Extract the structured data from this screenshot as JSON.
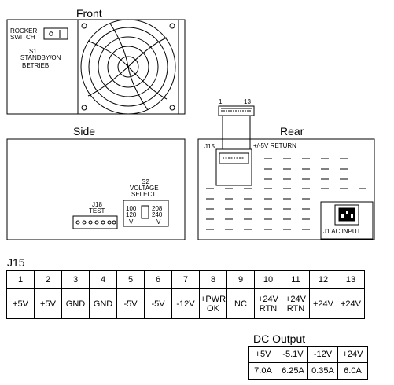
{
  "front": {
    "title": "Front",
    "rocker_label_1": "ROCKER",
    "rocker_label_2": "SWITCH",
    "s1_label": "S1",
    "s1_desc_1": "STANDBY/ON",
    "s1_desc_2": "BETRIEB"
  },
  "side": {
    "title": "Side",
    "j18_label": "J18",
    "j18_desc": "TEST",
    "s2_label": "S2",
    "s2_desc_1": "VOLTAGE",
    "s2_desc_2": "SELECT",
    "volt_left_1": "100",
    "volt_left_2": "120",
    "volt_left_3": "V",
    "volt_right_1": "208",
    "volt_right_2": "240",
    "volt_right_3": "V"
  },
  "rear": {
    "title": "Rear",
    "pin_start": "1",
    "pin_end": "13",
    "j15_label": "J15",
    "return_label": "+/-5V RETURN",
    "j1_label": "J1 AC INPUT"
  },
  "j15_table": {
    "title": "J15",
    "pins": [
      "1",
      "2",
      "3",
      "4",
      "5",
      "6",
      "7",
      "8",
      "9",
      "10",
      "11",
      "12",
      "13"
    ],
    "signals": [
      [
        "+5V"
      ],
      [
        "+5V"
      ],
      [
        "GND"
      ],
      [
        "GND"
      ],
      [
        "-5V"
      ],
      [
        "-5V"
      ],
      [
        "-12V"
      ],
      [
        "+PWR",
        "OK"
      ],
      [
        "NC"
      ],
      [
        "+24V",
        "RTN"
      ],
      [
        "+24V",
        "RTN"
      ],
      [
        "+24V"
      ],
      [
        "+24V"
      ]
    ]
  },
  "dc_output": {
    "title": "DC Output",
    "voltages": [
      "+5V",
      "-5.1V",
      "-12V",
      "+24V"
    ],
    "currents": [
      "7.0A",
      "6.25A",
      "0.35A",
      "6.0A"
    ]
  }
}
